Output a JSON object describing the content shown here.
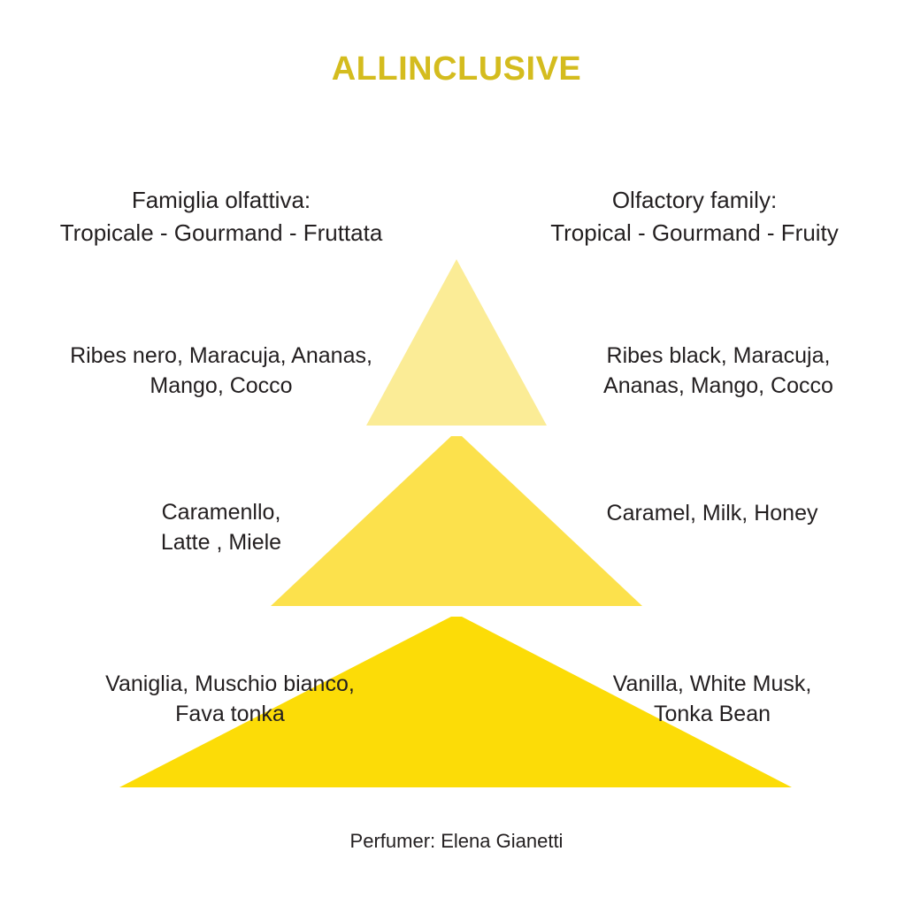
{
  "title": "ALLINCLUSIVE",
  "colors": {
    "title": "#d4bc1e",
    "text": "#231f20",
    "background": "#ffffff",
    "tier_top": "#fbec96",
    "tier_middle": "#fce14c",
    "tier_base": "#fcdc07"
  },
  "olfactory_family": {
    "italian": "Famiglia olfattiva:\nTropicale - Gourmand -  Fruttata",
    "english": "Olfactory family:\nTropical - Gourmand - Fruity"
  },
  "pyramid": {
    "tiers": [
      {
        "level": "top",
        "color": "#fbec96",
        "notes_italian": "Ribes nero, Maracuja, Ananas,\nMango, Cocco",
        "notes_english": "Ribes black, Maracuja,\nAnanas, Mango, Cocco"
      },
      {
        "level": "middle",
        "color": "#fce14c",
        "notes_italian": "Caramenllo,\nLatte , Miele",
        "notes_english": "Caramel, Milk, Honey"
      },
      {
        "level": "base",
        "color": "#fcdc07",
        "notes_italian": "Vaniglia, Muschio bianco,\nFava tonka",
        "notes_english": "Vanilla, White Musk,\nTonka Bean"
      }
    ]
  },
  "perfumer": "Perfumer: Elena Gianetti"
}
